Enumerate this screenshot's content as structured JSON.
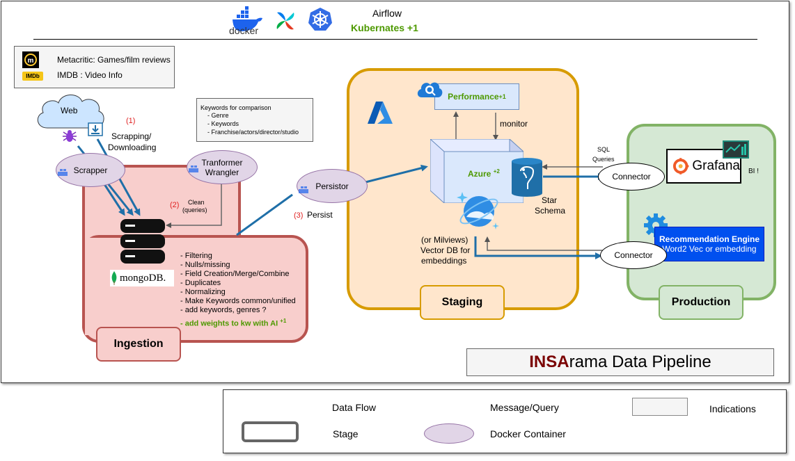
{
  "header": {
    "tools_text": "Airflow",
    "tools_highlight": "Kubernates +1",
    "logos": [
      "docker-icon",
      "airflow-icon",
      "kubernetes-icon"
    ],
    "docker_text": "docker"
  },
  "sources_box": {
    "metacritic_label": "Metacritic: Games/film reviews",
    "imdb_label": "IMDB : Video Info",
    "imdb_logo_text": "IMDb"
  },
  "keywords_box": {
    "title": "Keywords for comparison",
    "items": [
      "- Genre",
      "- Keywords",
      "- Franchise/actors/director/studio"
    ]
  },
  "ingestion": {
    "web_label": "Web",
    "step1": "(1)",
    "scrapping_label": "Scrapping/",
    "downloading_label": "Downloading",
    "scrapper_label": "Scrapper",
    "transformer_line1": "Tranformer",
    "transformer_line2": "Wrangler",
    "step2": "(2)",
    "clean_line1": "Clean",
    "clean_line2": "(queries)",
    "mongodb_label": "mongoDB.",
    "tasks": [
      "- Filtering",
      "- Nulls/missing",
      "- Field Creation/Merge/Combine",
      "- Duplicates",
      "- Normalizing",
      "- Make Keywords common/unified",
      "- add keywords, genres ?"
    ],
    "ai_task": "- add weights to kw with AI",
    "ai_task_sup": "+1",
    "stage_label": "Ingestion"
  },
  "persist": {
    "persistor_label": "Persistor",
    "step3": "(3)",
    "persist_label": "Persist"
  },
  "staging": {
    "performance_label": "Performance",
    "performance_sup": "+1",
    "monitor_label": "monitor",
    "azure_label": "Azure",
    "azure_sup": "+2",
    "star_line1": "Star",
    "star_line2": "Schema",
    "vector_line1": "(or Milviews)",
    "vector_line2": "Vector DB for",
    "vector_line3": "embeddings",
    "stage_label": "Staging"
  },
  "production": {
    "sql_line1": "SQL",
    "sql_line2": "Queries",
    "connector1": "Connector",
    "connector2": "Connector",
    "grafana_label": "Grafana",
    "bi_label": "BI !",
    "rec_title": "Recommendation Engine",
    "rec_subtitle": "Word2 Vec or embedding",
    "stage_label": "Production"
  },
  "title": {
    "bold": "INSA",
    "rest": "rama Data Pipeline"
  },
  "legend": {
    "data_flow": "Data Flow",
    "message_query": "Message/Query",
    "indications": "Indications",
    "stage": "Stage",
    "docker_container": "Docker Container"
  },
  "colors": {
    "data_flow": "#1f6fa8",
    "ingestion_fill": "#f8cecc",
    "ingestion_border": "#b85450",
    "staging_fill": "#ffe6cc",
    "staging_border": "#d79b00",
    "production_fill": "#d5e8d4",
    "production_border": "#82b366",
    "container_fill": "#e1d5e7",
    "highlight_green": "#4d9900",
    "step_red": "#e02020",
    "title_dark_red": "#7a0000"
  }
}
